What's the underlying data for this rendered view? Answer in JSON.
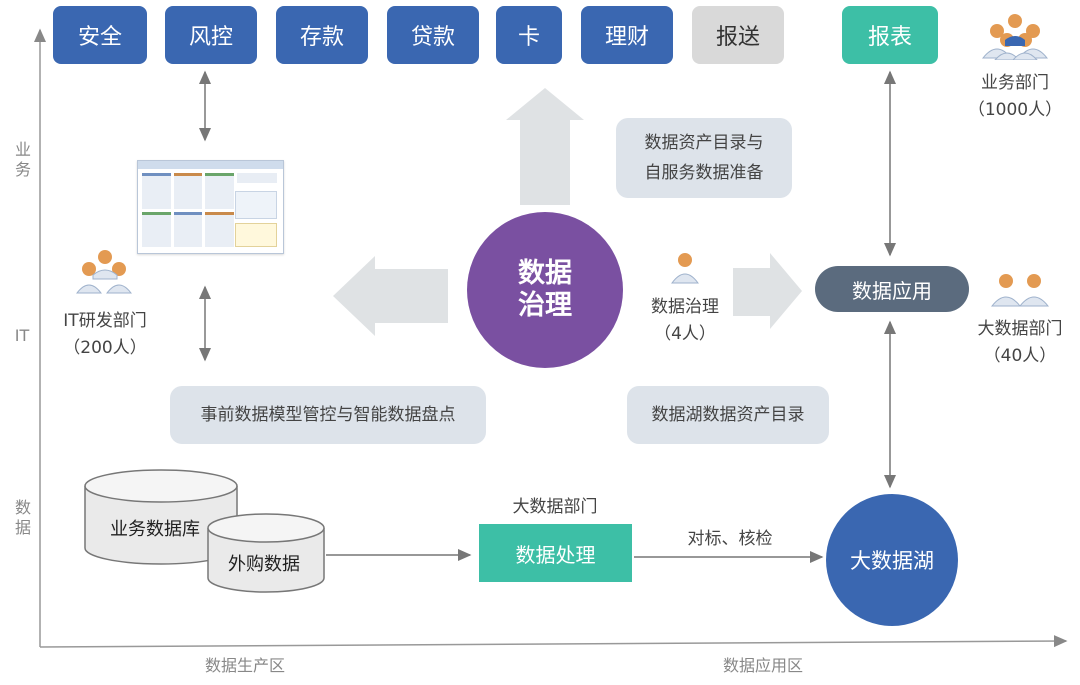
{
  "top_tabs": [
    "安全",
    "风控",
    "存款",
    "贷款",
    "卡",
    "理财",
    "报送"
  ],
  "report_tab": "报表",
  "y_axis": {
    "business": "业务",
    "it": "IT",
    "data": "数据"
  },
  "x_axis": {
    "production": "数据生产区",
    "application": "数据应用区"
  },
  "departments": {
    "business": {
      "name": "业务部门",
      "count": "（1000人）"
    },
    "it_dev": {
      "name": "IT研发部门",
      "count": "（200人）"
    },
    "governance": {
      "name": "数据治理",
      "count": "（4人）"
    },
    "bigdata_right": {
      "name": "大数据部门",
      "count": "（40人）"
    },
    "bigdata_center": {
      "name": "大数据部门"
    }
  },
  "center_circle": {
    "line1": "数据",
    "line2": "治理"
  },
  "notes": {
    "catalog": {
      "line1": "数据资产目录与",
      "line2": "自服务数据准备"
    },
    "pre_control": "事前数据模型管控与智能数据盘点",
    "lake_catalog": "数据湖数据资产目录"
  },
  "data_app": "数据应用",
  "databases": {
    "business_db": "业务数据库",
    "purchased": "外购数据"
  },
  "processing": "数据处理",
  "reconcile_label": "对标、核检",
  "data_lake": "大数据湖",
  "colors": {
    "tab_blue": "#3a67b1",
    "tab_grey": "#d9d9d9",
    "tab_teal": "#3dbfa6",
    "governance_purple": "#7a50a1",
    "data_app_slate": "#5b6b7e",
    "lake_blue": "#3a67b1",
    "processing_teal": "#3dbfa6",
    "note_bg": "#dde3ea",
    "big_arrow": "#dfe2e4"
  }
}
